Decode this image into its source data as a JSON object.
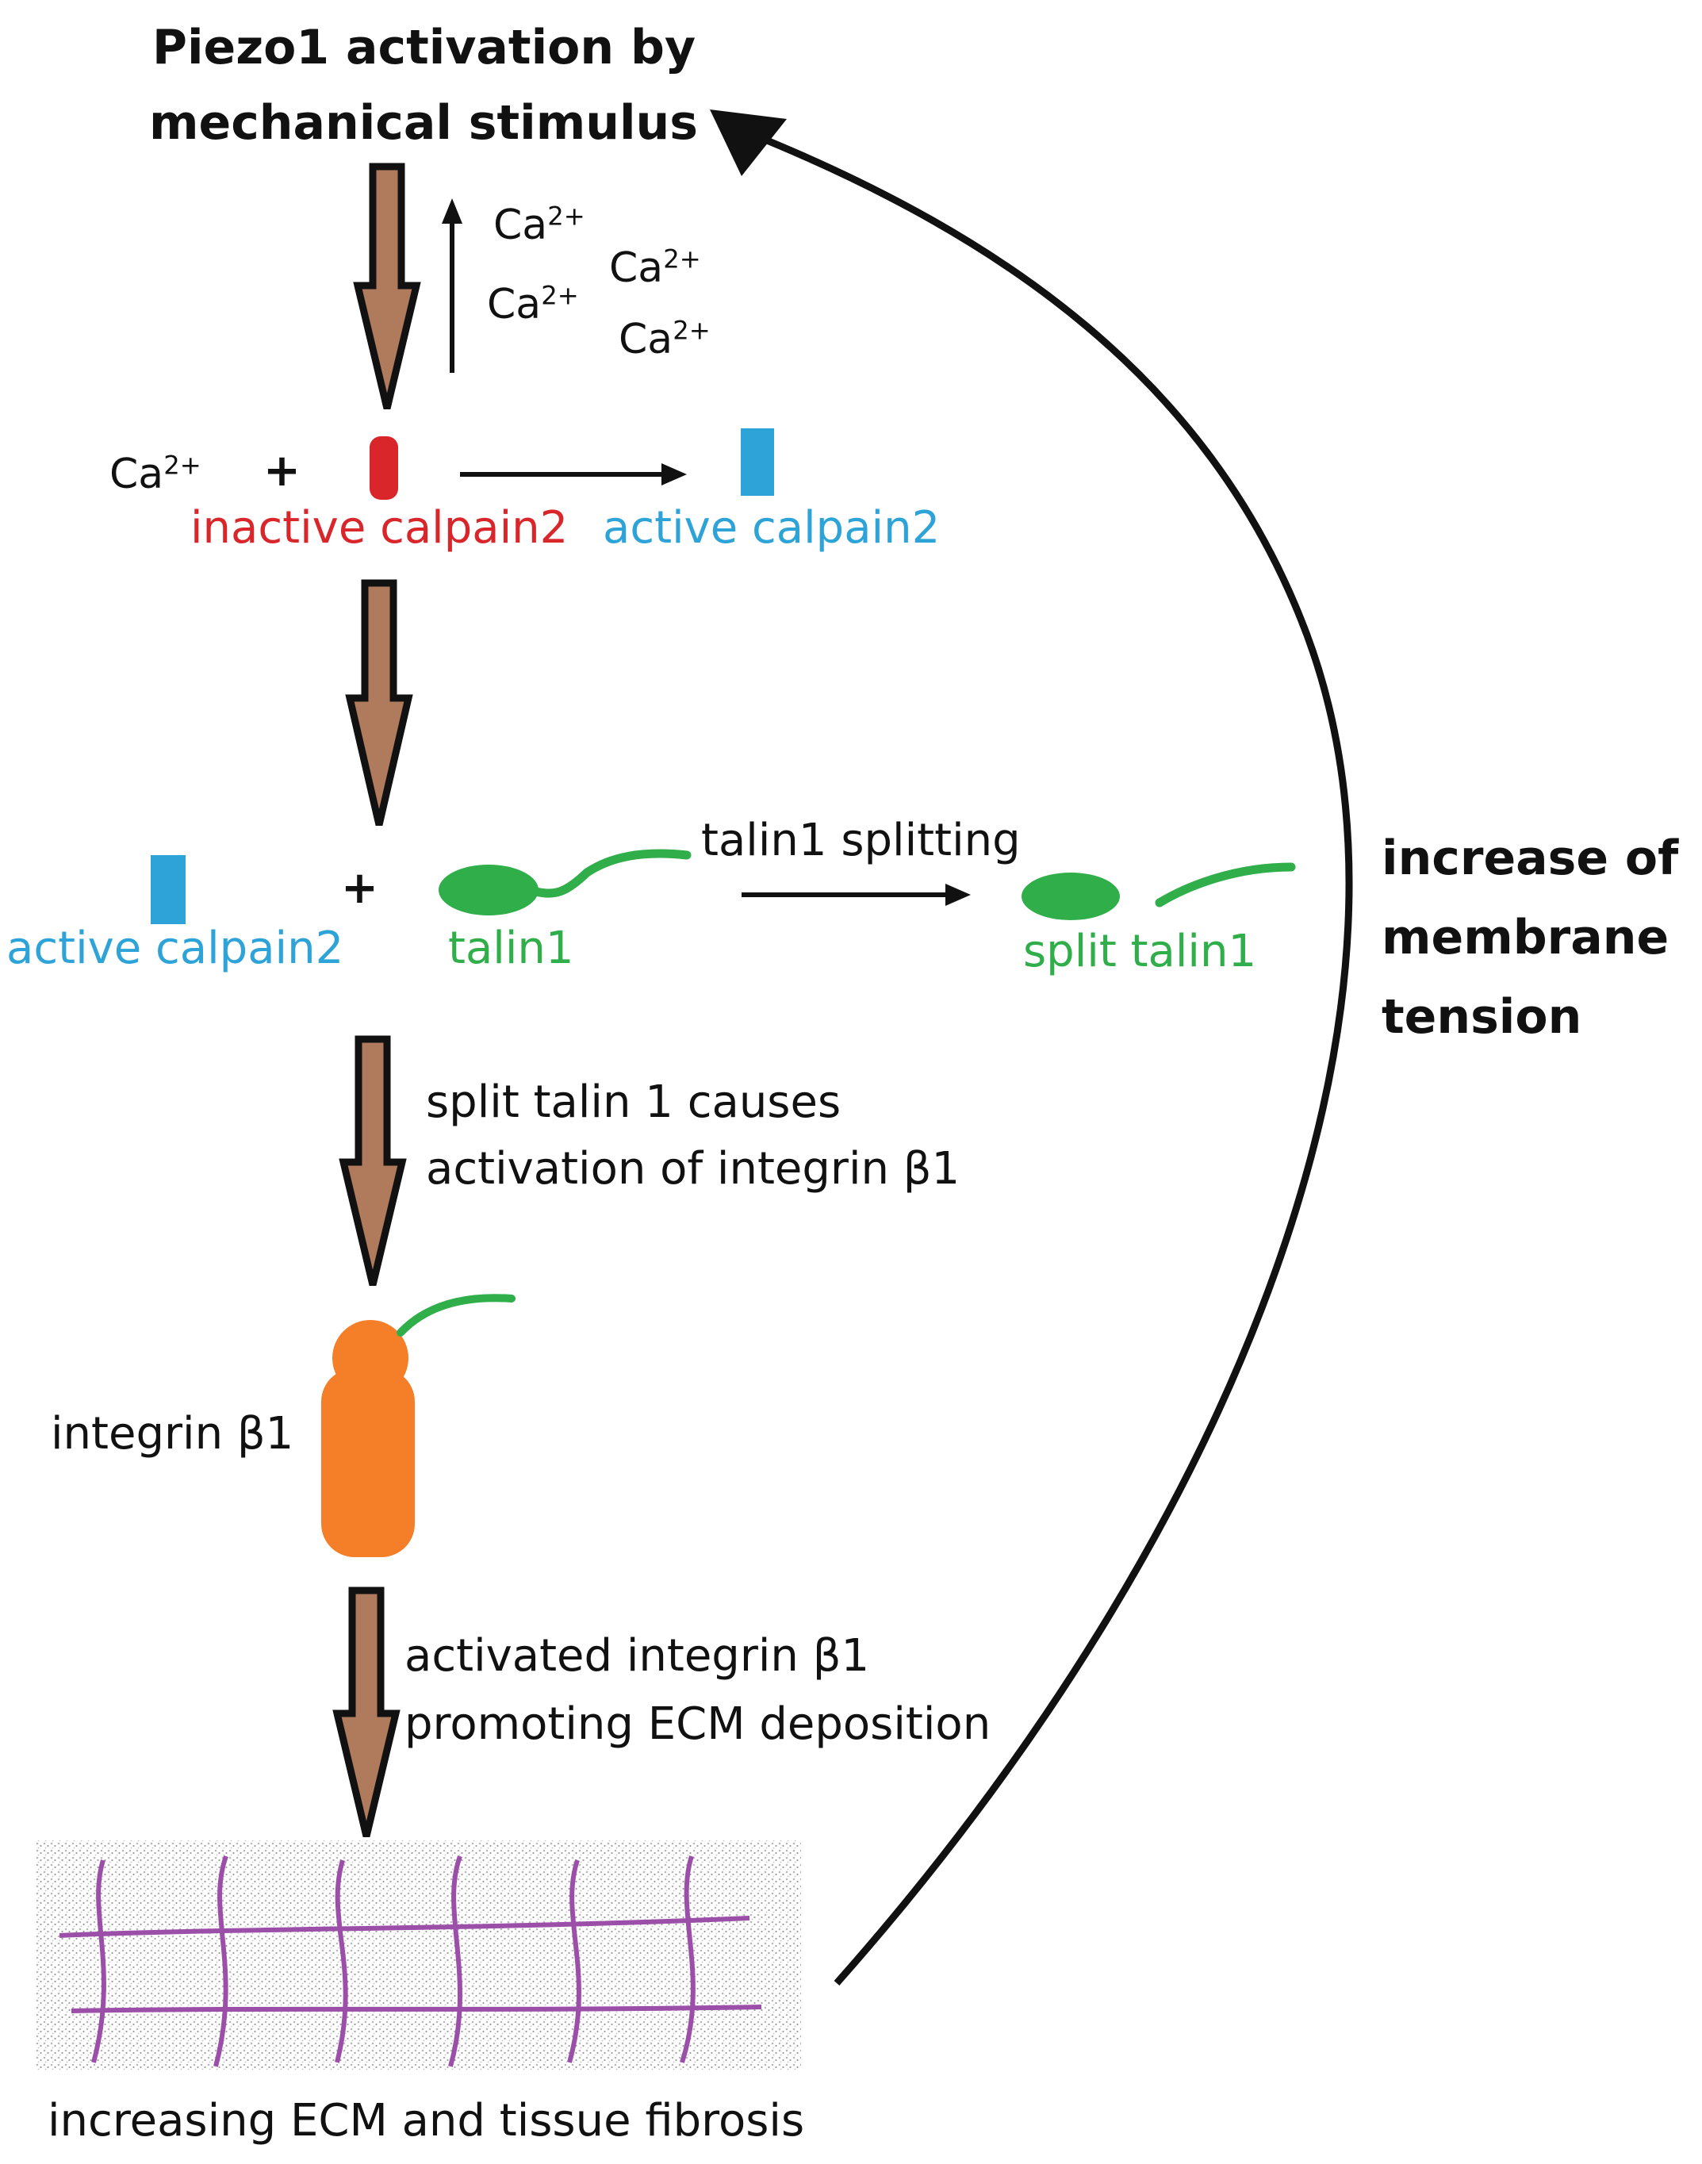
{
  "title_lines": [
    "Piezo1 activation by",
    "mechanical stimulus"
  ],
  "ions": {
    "base": "Ca",
    "charge": "2+"
  },
  "step1": {
    "plus": "+",
    "inactive_label": "inactive calpain2",
    "active_label": "active calpain2"
  },
  "step2": {
    "active_label": "active calpain2",
    "plus": "+",
    "talin_label": "talin1",
    "reaction_label": "talin1 splitting",
    "split_label": "split talin1"
  },
  "step3": {
    "caption_lines": [
      "split talin 1 causes",
      "activation of integrin β1"
    ],
    "integrin_label": "integrin β1"
  },
  "step4": {
    "caption_lines": [
      "activated integrin β1",
      "promoting ECM deposition"
    ],
    "ecm_label": "increasing ECM and tissue fibrosis"
  },
  "feedback": {
    "label_lines": [
      "increase of",
      "membrane",
      "tension"
    ]
  },
  "colors": {
    "flow_arrow_fill": "#b07a5c",
    "flow_arrow_stroke": "#111111",
    "inactive_calpain": "#d9262b",
    "active_calpain": "#2ea3d8",
    "talin": "#2fae49",
    "integrin": "#f57f29",
    "ecm_fibers": "#9b4fa8",
    "ecm_background": "#c9c9c9"
  }
}
